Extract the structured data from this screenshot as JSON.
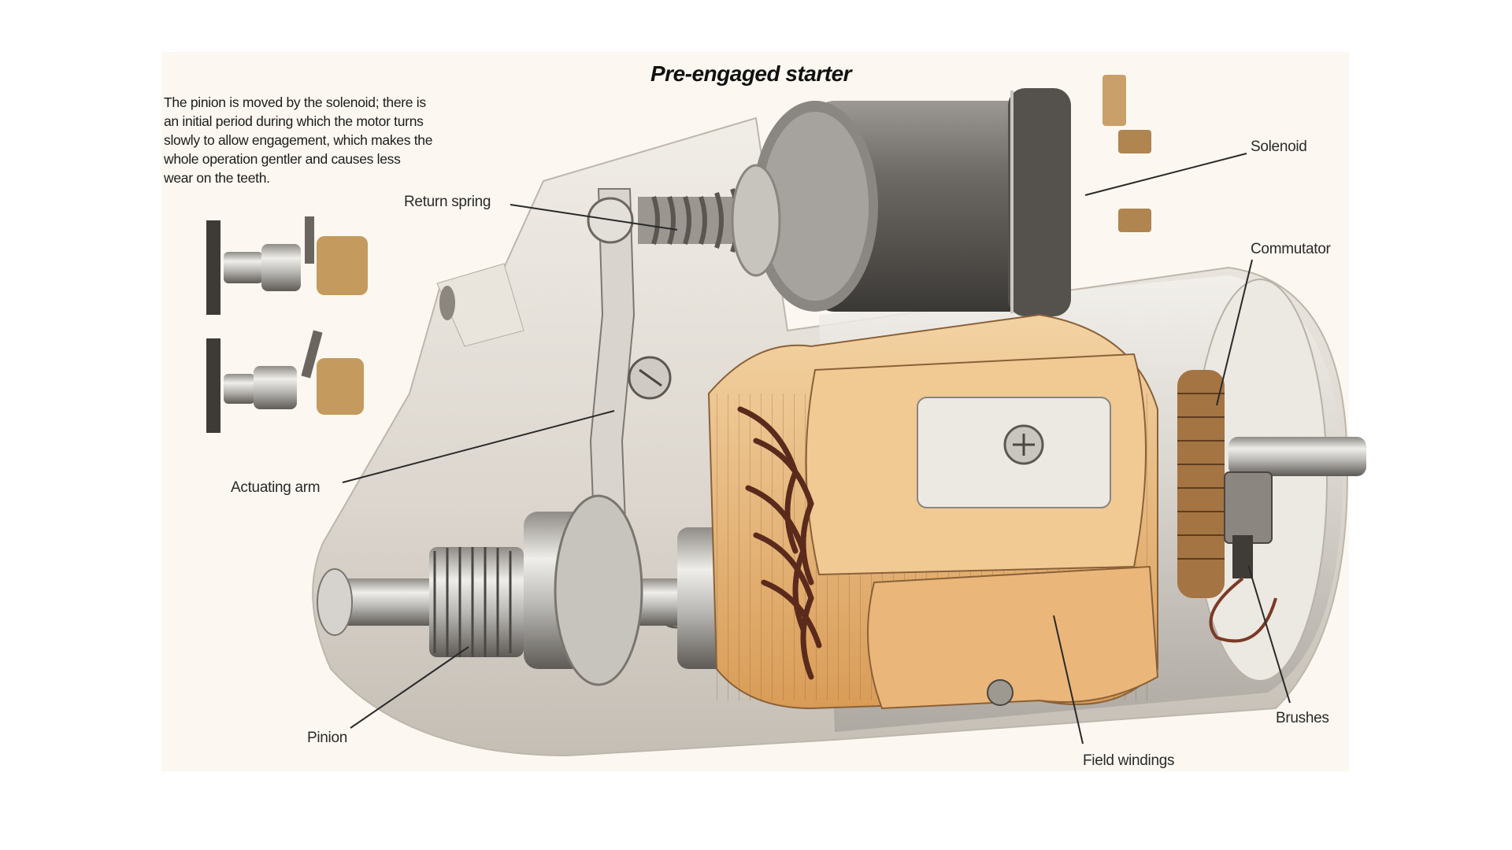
{
  "figure": {
    "title": "Pre-engaged starter",
    "description_lines": [
      "The pinion is moved by the solenoid; there is",
      "an initial period during which the motor turns",
      "slowly to allow engagement, which makes the",
      "whole operation gentler and causes less",
      "wear on the teeth."
    ],
    "labels": {
      "return_spring": "Return spring",
      "solenoid": "Solenoid",
      "commutator": "Commutator",
      "actuating_arm": "Actuating arm",
      "pinion": "Pinion",
      "field_windings": "Field windings",
      "brushes": "Brushes"
    },
    "insets": [
      {
        "state": "disengaged"
      },
      {
        "state": "engaged"
      }
    ],
    "colors": {
      "background": "#fcf8f1",
      "housing": "#e6e1da",
      "solenoid_body": "#6d6a66",
      "field_winding": "#e8b87a",
      "copper_wire": "#5a2a1c",
      "shaft": "#b9b7b3",
      "leader_line": "#2a2a2a"
    }
  }
}
